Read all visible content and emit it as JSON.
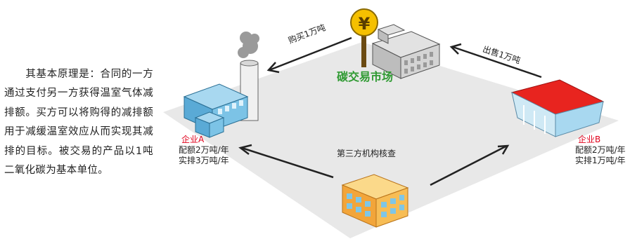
{
  "intro_text": "其基本原理是：合同的一方通过支付另一方获得温室气体减排额。买方可以将购得的减排额用于减缓温室效应从而实现其减排的目标。被交易的产品以1吨二氧化碳为基本单位。",
  "market": {
    "label": "碳交易市场",
    "symbol": "¥"
  },
  "flows": {
    "buy": "购买1万吨",
    "sell": "出售1万吨"
  },
  "verifier": {
    "label": "第三方机构核查"
  },
  "enterprise_a": {
    "name": "企业A",
    "quota": "配额2万吨/年",
    "actual": "实排3万吨/年"
  },
  "enterprise_b": {
    "name": "企业B",
    "quota": "配额2万吨/年",
    "actual": "实排1万吨/年"
  },
  "colors": {
    "platform": "#e8e8e8",
    "accent_red": "#e0001b",
    "accent_green": "#2f9a32",
    "market_yellow": "#f5c000",
    "factory_blue": "#7cc3e6",
    "roof_red": "#e8241f"
  }
}
